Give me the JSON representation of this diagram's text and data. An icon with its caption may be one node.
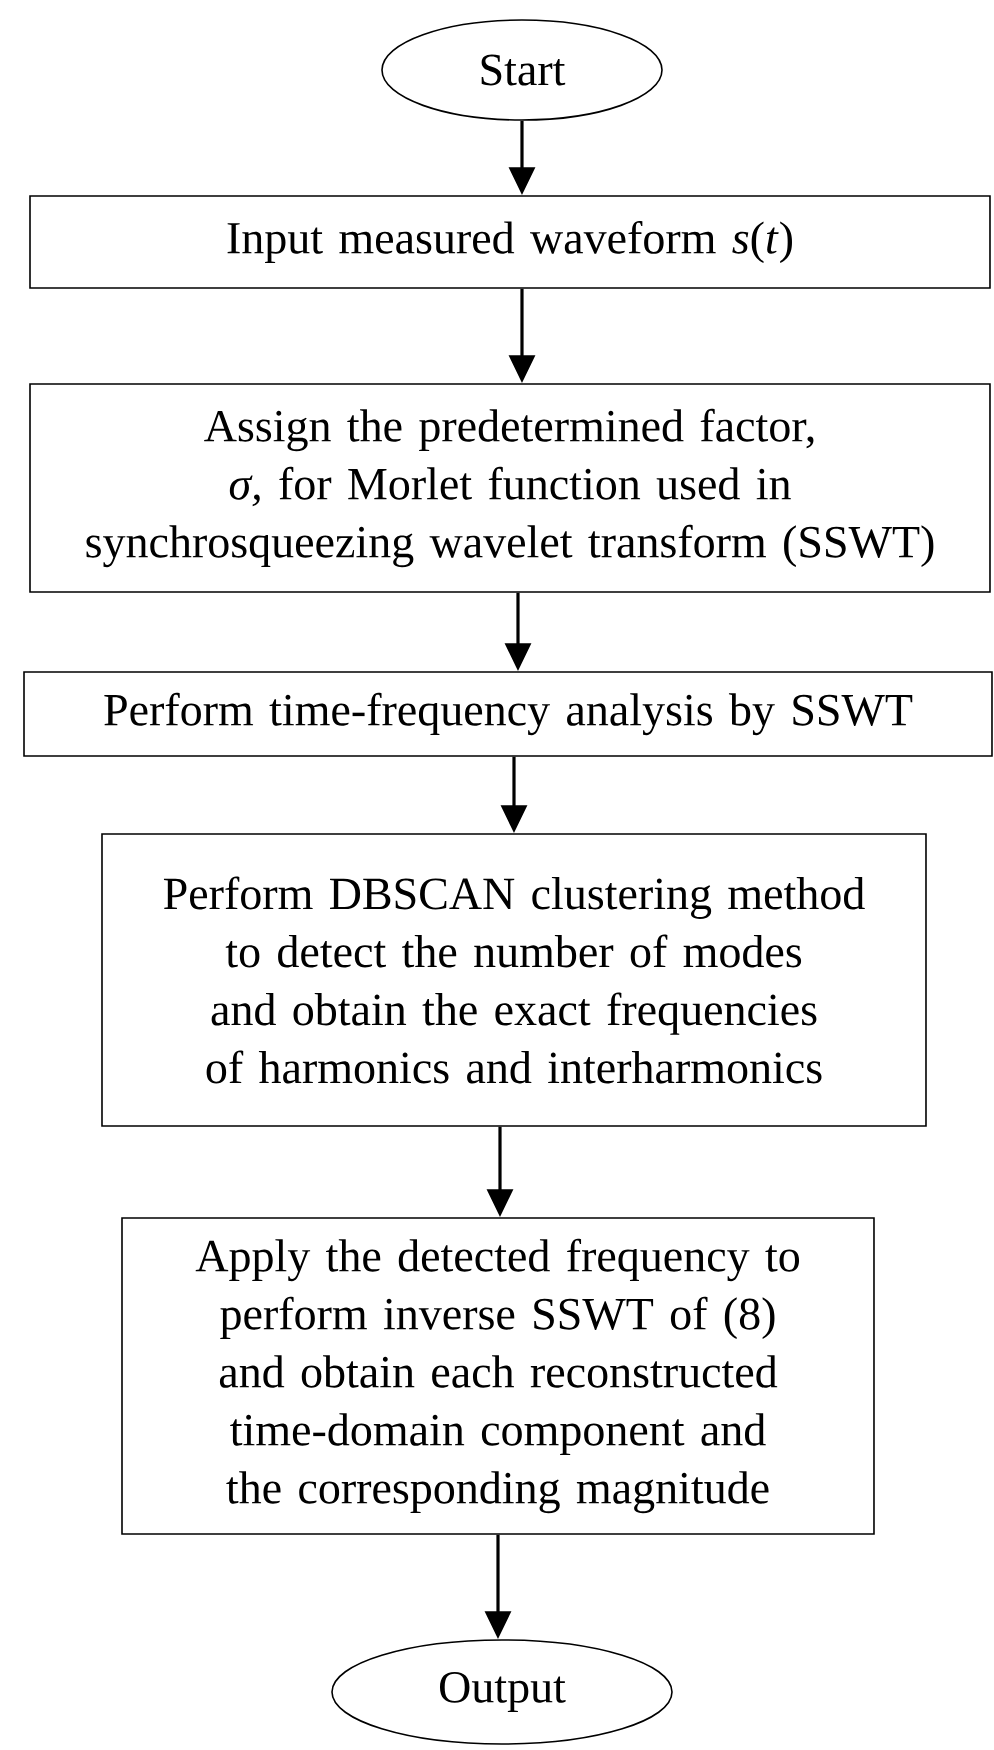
{
  "diagram": {
    "nodes": [
      {
        "text": [
          "Start"
        ]
      },
      {
        "text": [
          "Input measured waveform *s*(*t*)"
        ]
      },
      {
        "text": [
          "Assign the predetermined factor, *σ,* for Morlet function used in synchrosqueezing wavelet transform (SSWT)"
        ]
      },
      {
        "text": [
          "Perform time-frequency analysis by SSWT"
        ]
      },
      {
        "text": [
          "Perform DBSCAN clustering method to detect the number of modes and obtain the exact frequencies of harmonics and interharmonics"
        ]
      },
      {
        "text": [
          "Apply the detected frequency to perform inverse SSWT of (8) and obtain each reconstructed time-domain component and the corresponding magnitude"
        ]
      },
      {
        "text": [
          "Output"
        ]
      }
    ],
    "edges": [
      {
        "from": 0,
        "to": 1,
        "arrow": "to"
      },
      {
        "from": 1,
        "to": 2,
        "arrow": "to"
      },
      {
        "from": 2,
        "to": 3,
        "arrow": "to"
      },
      {
        "from": 3,
        "to": 4,
        "arrow": "to"
      },
      {
        "from": 4,
        "to": 5,
        "arrow": "to"
      },
      {
        "from": 5,
        "to": 6,
        "arrow": "to"
      }
    ]
  }
}
